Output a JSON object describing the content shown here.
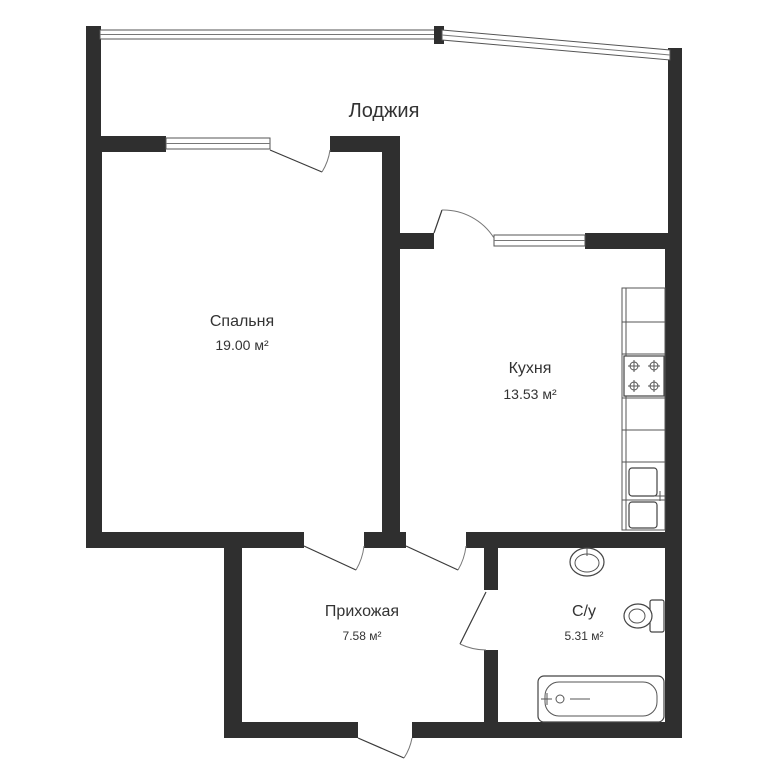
{
  "rooms": {
    "loggia": {
      "name": "Лоджия"
    },
    "bedroom": {
      "name": "Спальня",
      "area": "19.00 м²"
    },
    "kitchen": {
      "name": "Кухня",
      "area": "13.53 м²"
    },
    "hallway": {
      "name": "Прихожая",
      "area": "7.58 м²"
    },
    "bathroom": {
      "name": "С/у",
      "area": "5.31 м²"
    }
  },
  "colors": {
    "wall": "#2f2f2f",
    "background": "#ffffff",
    "text": "#333333"
  },
  "icons": [
    "stove-icon",
    "sink-icon",
    "washbasin-icon",
    "toilet-icon",
    "bathtub-icon"
  ]
}
